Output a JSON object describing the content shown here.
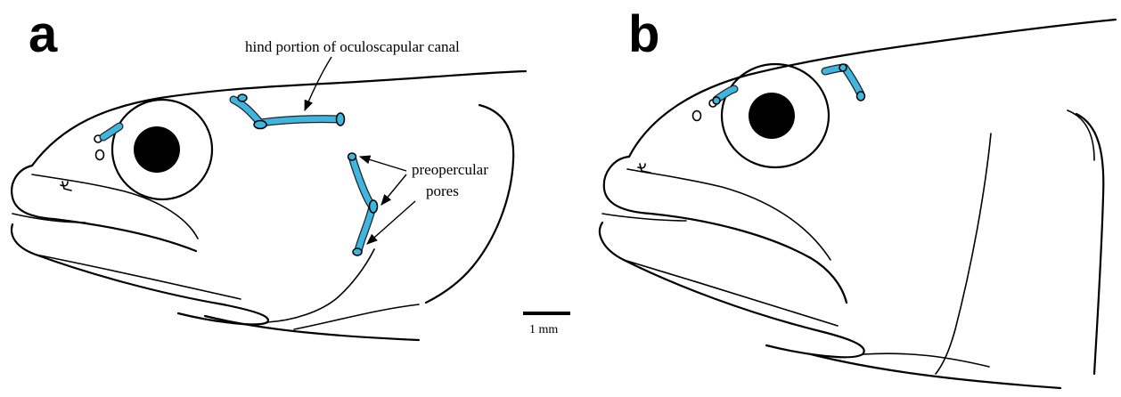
{
  "panels": {
    "a": {
      "label": "a"
    },
    "b": {
      "label": "b"
    }
  },
  "annotations": {
    "canal_label": "hind portion of oculoscapular canal",
    "pores_label_line1": "preopercular",
    "pores_label_line2": "pores"
  },
  "scale_bar": {
    "label": "1 mm"
  },
  "colors": {
    "canal": "#3fb6e0",
    "outline": "#000000",
    "background": "#ffffff"
  }
}
